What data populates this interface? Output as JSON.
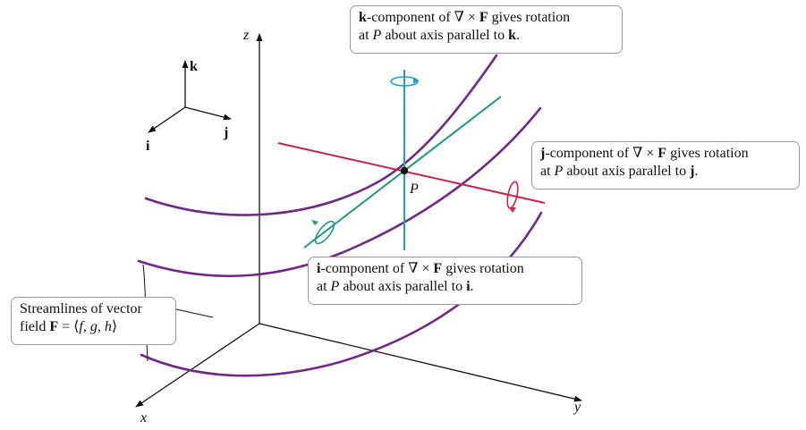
{
  "axes": {
    "z_label": "z",
    "x_label": "x",
    "y_label": "y"
  },
  "basis": {
    "k_label": "k",
    "j_label": "j",
    "i_label": "i"
  },
  "point": {
    "label": "P"
  },
  "callouts": {
    "k": {
      "comp": "k",
      "text1": "-component of ∇ × ",
      "F": "F",
      "text2": " gives rotation",
      "line2_pre": "at ",
      "line2_P": "P",
      "line2_mid": " about axis parallel to ",
      "axis": "k",
      "period": "."
    },
    "j": {
      "comp": "j",
      "text1": "-component of ∇ × ",
      "F": "F",
      "text2": " gives rotation",
      "line2_pre": "at ",
      "line2_P": "P",
      "line2_mid": " about axis parallel to ",
      "axis": "j",
      "period": "."
    },
    "i": {
      "comp": "i",
      "text1": "-component of ∇ × ",
      "F": "F",
      "text2": " gives rotation",
      "line2_pre": "at ",
      "line2_P": "P",
      "line2_mid": " about axis parallel to ",
      "axis": "i",
      "period": "."
    },
    "streamlines": {
      "line1": "Streamlines of vector",
      "line2_pre": "field ",
      "F": "F",
      "eq": " = ⟨",
      "f": "f",
      "c1": ", ",
      "g": "g",
      "c2": ", ",
      "h": "h",
      "close": "⟩"
    }
  },
  "colors": {
    "streamline": "#6e2a86",
    "k_axis": "#1aa1c4",
    "j_axis": "#c8234a",
    "i_axis": "#1b9b7d",
    "axes": "#111111",
    "point": "#111111"
  }
}
